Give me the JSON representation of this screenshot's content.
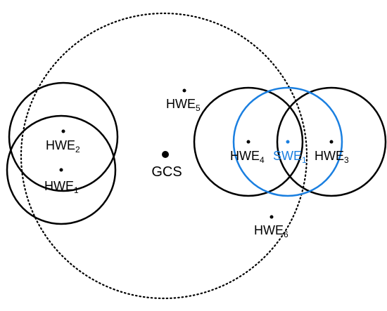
{
  "diagram": {
    "colors": {
      "hardware": "#000000",
      "software": "#1a7fe0",
      "background": "#ffffff"
    },
    "ground_station": {
      "label": "GCS"
    },
    "coverage_area": {
      "style": "dotted"
    },
    "nodes": [
      {
        "base": "HWE",
        "sub": "1",
        "kind": "hardware"
      },
      {
        "base": "HWE",
        "sub": "2",
        "kind": "hardware"
      },
      {
        "base": "HWE",
        "sub": "3",
        "kind": "hardware"
      },
      {
        "base": "HWE",
        "sub": "4",
        "kind": "hardware"
      },
      {
        "base": "HWE",
        "sub": "5",
        "kind": "hardware"
      },
      {
        "base": "HWE",
        "sub": "6",
        "kind": "hardware"
      },
      {
        "base": "SWE",
        "sub": "1",
        "kind": "software"
      }
    ]
  }
}
